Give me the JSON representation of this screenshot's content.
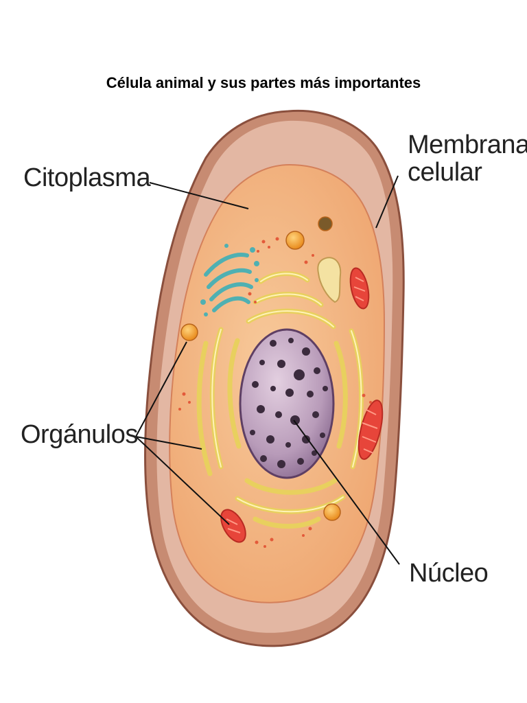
{
  "title": "Célula animal y sus partes más importantes",
  "labels": {
    "citoplasma": "Citoplasma",
    "membrana_line1": "Membrana",
    "membrana_line2": "celular",
    "organulos": "Orgánulos",
    "nucleo": "Núcleo"
  },
  "colors": {
    "membrane_outer": "#c68a72",
    "membrane_band": "#e2b6a2",
    "cytoplasm": "#f2b37e",
    "nucleus": "#b79ab8",
    "nuclear_spots": "#3b2b3d",
    "endoplasmic_reticulum": "#ecd66a",
    "golgi": "#5fb7b8",
    "mitochondria": "#e8443a",
    "vesicles": "#f09a2a"
  }
}
